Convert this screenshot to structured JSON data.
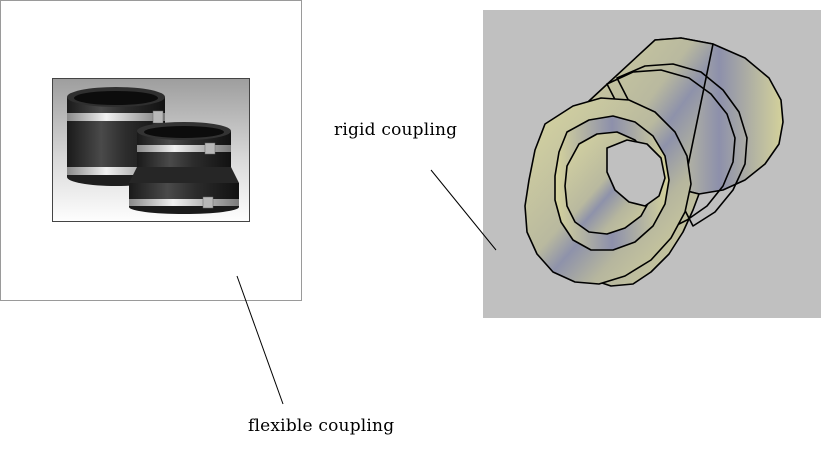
{
  "labels": {
    "rigid": "rigid coupling",
    "flexible": "flexible coupling"
  },
  "colors": {
    "render_background": "#c0c0c0",
    "pipe_base": "#d6d49c",
    "pipe_shade": "#8c8fa8",
    "rubber": "#2a2a2a",
    "clamp": "#cfcfcf"
  },
  "icons": {
    "flexible_photo": "flexible-coupling-photo",
    "rigid_render": "rigid-coupling-render"
  }
}
